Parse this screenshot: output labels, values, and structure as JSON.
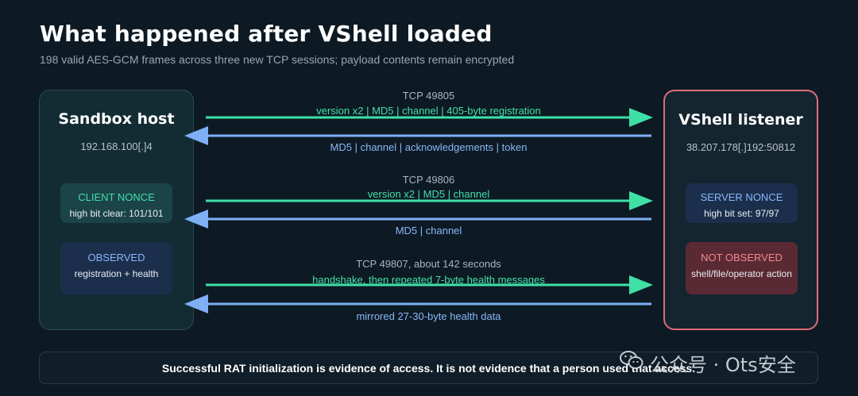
{
  "title": "What happened after VShell loaded",
  "subtitle": "198 valid AES-GCM frames across three new TCP sessions; payload contents remain encrypted",
  "left_panel": {
    "name": "Sandbox host",
    "address": "192.168.100[.]4",
    "box1": {
      "key": "CLIENT NONCE",
      "value": "high bit clear: 101/101"
    },
    "box2": {
      "key": "OBSERVED",
      "value": "registration + health"
    }
  },
  "right_panel": {
    "name": "VShell listener",
    "address": "38.207.178[.]192:50812",
    "box1": {
      "key": "SERVER NONCE",
      "value": "high bit set: 97/97"
    },
    "box2": {
      "key": "NOT OBSERVED",
      "value": "shell/file/operator action"
    }
  },
  "sessions": [
    {
      "port": "TCP 49805",
      "outbound": "version x2 | MD5 | channel | 405-byte registration",
      "inbound": "MD5 | channel | acknowledgements | token"
    },
    {
      "port": "TCP 49806",
      "outbound": "version x2 | MD5 | channel",
      "inbound": "MD5 | channel"
    },
    {
      "port": "TCP 49807, about 142 seconds",
      "outbound": "handshake, then repeated 7-byte health messages",
      "inbound": "mirrored 27-30-byte health data"
    }
  ],
  "footer": "Successful RAT initialization is evidence of access. It is not evidence that a person used that access.",
  "watermark": "公众号 · Ots安全",
  "colors": {
    "outbound": "#3ee0a6",
    "inbound": "#7fb0f6",
    "alert": "#e06c78"
  }
}
